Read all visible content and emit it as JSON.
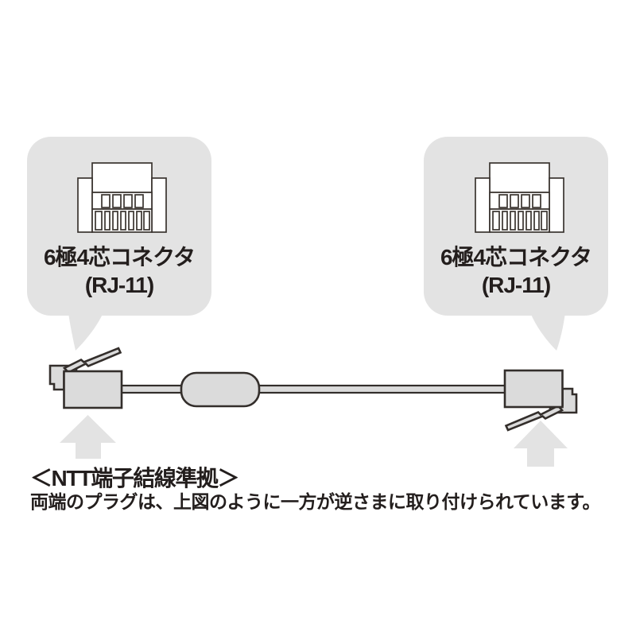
{
  "colors": {
    "background": "#ffffff",
    "bubble_gray": "#e3e3e3",
    "part_gray": "#dbdbdb",
    "outline_dark": "#332e2b",
    "text_dark": "#231e1d"
  },
  "callouts": {
    "left": {
      "line1": "6極4芯コネクタ",
      "line2": "(RJ-11)"
    },
    "right": {
      "line1": "6極4芯コネクタ",
      "line2": "(RJ-11)"
    }
  },
  "footer": {
    "heading": "＜NTT端子結線準拠＞",
    "description": "両端のプラグは、上図のように一方が逆さまに取り付けられています。"
  },
  "icons": [
    "rj11-connector-front-icon",
    "rj11-plug-side-icon",
    "ferrite-core",
    "speech-bubble",
    "up-arrow-icon"
  ]
}
